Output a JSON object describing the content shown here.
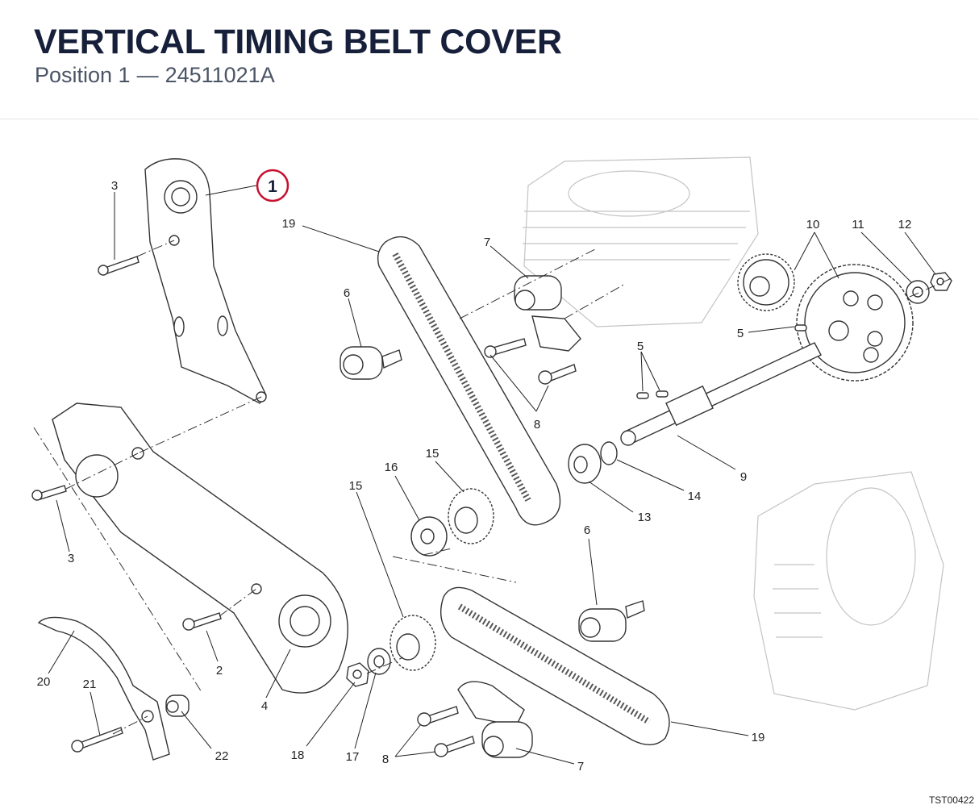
{
  "header": {
    "title": "VERTICAL TIMING BELT COVER",
    "position_label": "Position 1",
    "separator": "—",
    "part_number": "24511021A"
  },
  "highlight": {
    "label": "1",
    "color": "#c8102e"
  },
  "callouts": {
    "c3a": "3",
    "c19a": "19",
    "c7a": "7",
    "c10": "10",
    "c11": "11",
    "c12": "12",
    "c6a": "6",
    "c5a": "5",
    "c5b": "5",
    "c8a": "8",
    "c9": "9",
    "c14": "14",
    "c13": "13",
    "c16": "16",
    "c15a": "15",
    "c15b": "15",
    "c3b": "3",
    "c6b": "6",
    "c2": "2",
    "c4": "4",
    "c20": "20",
    "c21": "21",
    "c22": "22",
    "c18": "18",
    "c17": "17",
    "c8b": "8",
    "c7b": "7",
    "c19b": "19"
  },
  "footer": {
    "code": "TST00422"
  }
}
